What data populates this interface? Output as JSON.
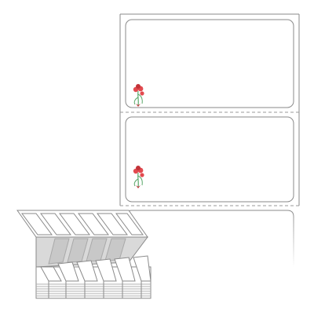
{
  "product": {
    "sheet": {
      "labels_visible": 2,
      "perforation": "dashed",
      "corner_style": "rounded",
      "fade_at_bottom": true
    },
    "label_icon": "carnation-flower-icon",
    "fanfold_stack": {
      "style": "fan-folded stack of labels"
    }
  },
  "colors": {
    "outline": "#8a8a8a",
    "perforation": "#9a9a9a",
    "label_fill": "#ffffff",
    "petal": "#e24a4f",
    "petal_dark": "#c23338",
    "stem": "#5aa86a",
    "stack_gray": "#b8b8b8",
    "stack_shadow": "#d9d9d9"
  }
}
